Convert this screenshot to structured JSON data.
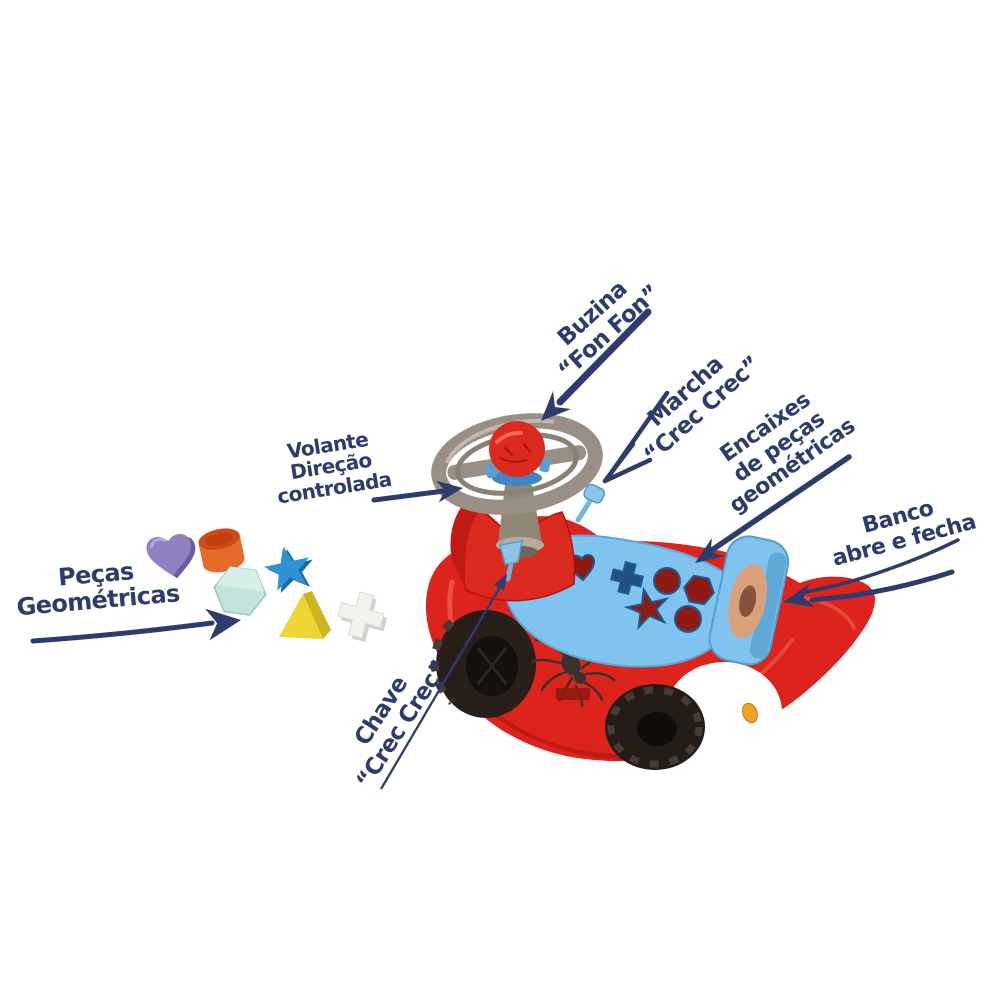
{
  "background": "#ffffff",
  "colors": {
    "annotation_text": "#2d3b6e",
    "arrow": "#2d3b6e",
    "car_body_red": "#dc241c",
    "car_body_dark_red": "#a6140e",
    "seat_blue": "#7fc3ee",
    "seat_hole_red": "#8e1a12",
    "steering_gray": "#998f84",
    "horn_red": "#d8271c",
    "collar_blue": "#3f86c2",
    "lever_blue": "#8cc5e8",
    "wheel_black": "#241d19",
    "reflector_orange": "#f0a224"
  },
  "annotations": {
    "volante": {
      "lines": [
        "Volante",
        "Direção",
        "controlada"
      ]
    },
    "buzina": {
      "lines": [
        "Buzina",
        "“Fon Fon”"
      ]
    },
    "marcha": {
      "lines": [
        "Marcha",
        "“Crec Crec”"
      ]
    },
    "encaixes": {
      "lines": [
        "Encaixes",
        "de peças",
        "geométricas"
      ]
    },
    "banco": {
      "lines": [
        "Banco",
        "abre e fecha"
      ]
    },
    "pecas": {
      "lines": [
        "Peças",
        "Geométricas"
      ]
    },
    "chave": {
      "lines": [
        "Chave",
        "“Crec Crec”"
      ]
    }
  },
  "toy": {
    "pieces": [
      {
        "name": "heart",
        "color": "#9181c4"
      },
      {
        "name": "cylinder",
        "color": "#e66a28"
      },
      {
        "name": "hexagon",
        "color": "#c3e4dc"
      },
      {
        "name": "star",
        "color": "#2d93d3"
      },
      {
        "name": "triangle-prism",
        "color": "#ecd534"
      },
      {
        "name": "cross",
        "color": "#f2f2ef"
      }
    ]
  }
}
